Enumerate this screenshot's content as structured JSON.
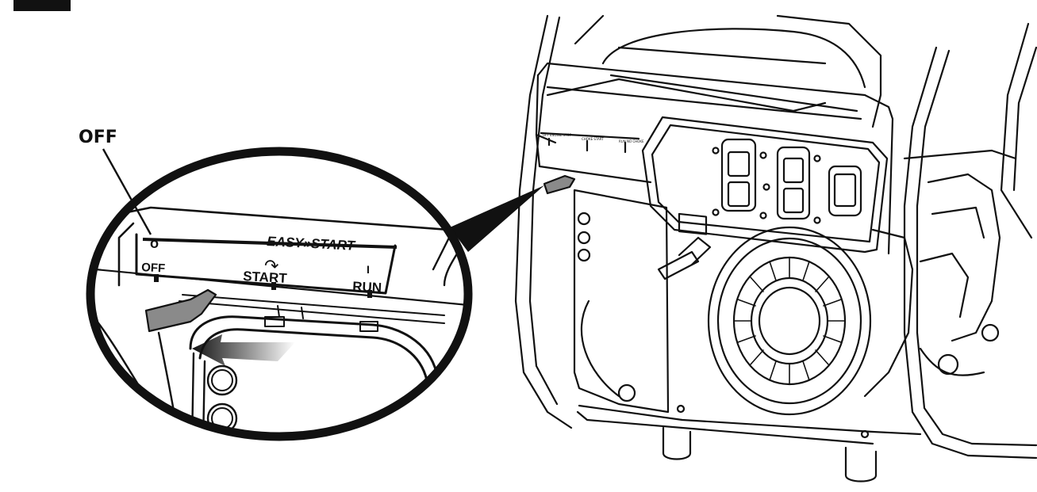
{
  "callout": {
    "label": "OFF"
  },
  "switch_panel": {
    "brand": "EASY»START",
    "positions": [
      {
        "label": "OFF",
        "symbol": "O"
      },
      {
        "label": "START",
        "symbol": "↷"
      },
      {
        "label": "RUN",
        "symbol": "I"
      }
    ]
  },
  "small_panel": {
    "labels": [
      "OFF\nENGINE STOP",
      "CHOKE\nSTART",
      "RUN\nNO CHOKE"
    ]
  },
  "colors": {
    "ink": "#111111",
    "lever_fill": "#8a8a8a",
    "paper": "#ffffff"
  },
  "icons": [
    "generator-illustration",
    "magnifier-callout",
    "direction-arrow-icon",
    "rotate-arrow-icon"
  ]
}
